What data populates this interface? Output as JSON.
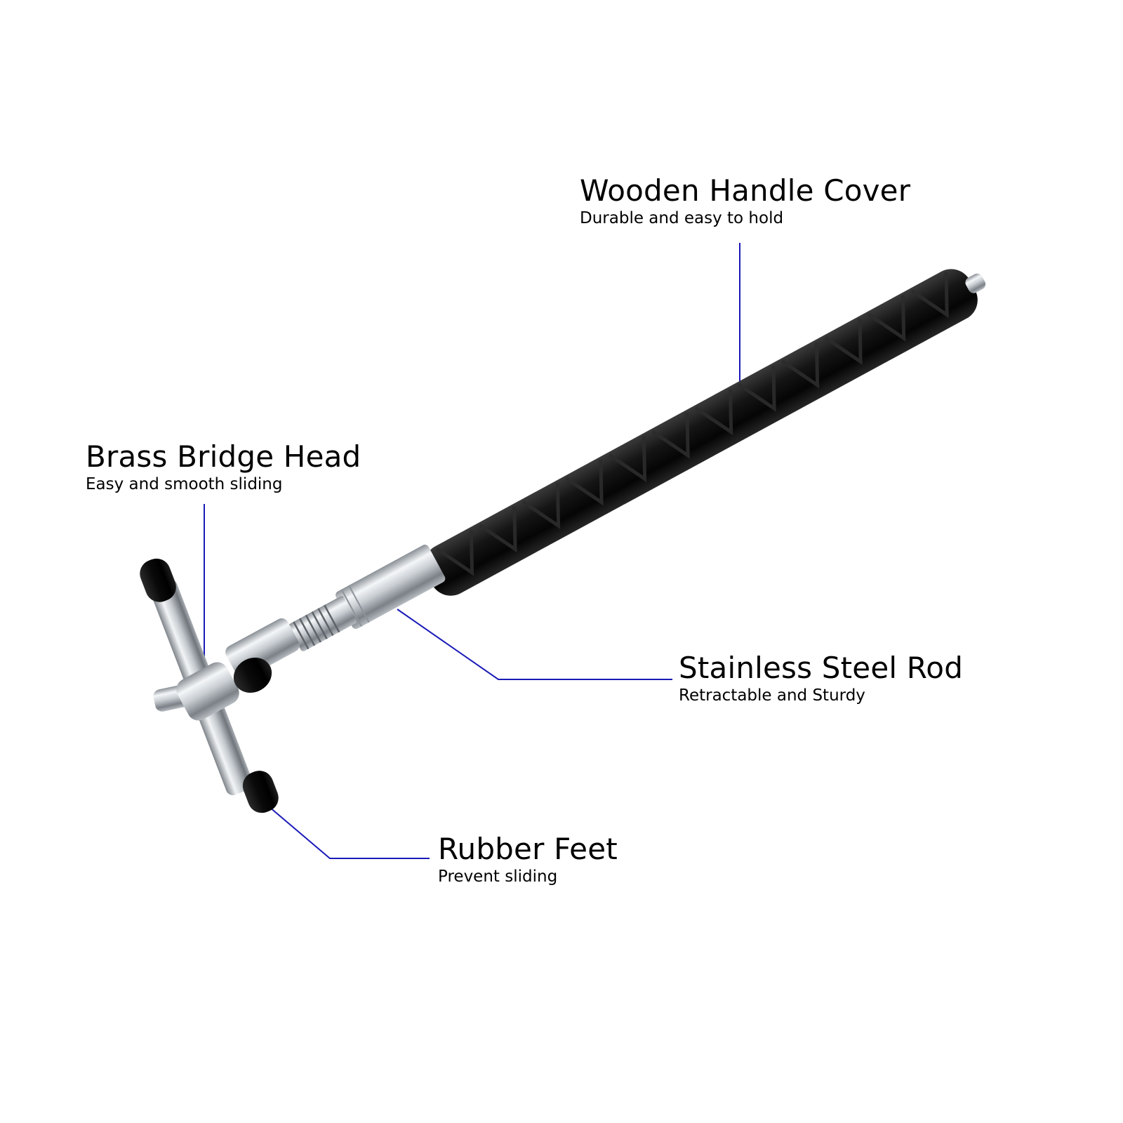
{
  "colors": {
    "background": "#ffffff",
    "leader_line": "#1a1ab8",
    "text": "#000000",
    "grip_black": "#111111",
    "steel_light": "#eef0f2",
    "steel_dark": "#7c8288",
    "rubber_black": "#0d0d0d"
  },
  "product": {
    "name_icon": "pool-cue-bridge-stick",
    "parts": [
      "cross-head",
      "rubber-feet",
      "steel-rod",
      "grip-handle",
      "end-cap"
    ]
  },
  "callouts": {
    "handle": {
      "title": "Wooden Handle Cover",
      "subtitle": "Durable and easy to hold"
    },
    "head": {
      "title": "Brass Bridge Head",
      "subtitle": "Easy and smooth sliding"
    },
    "rod": {
      "title": "Stainless Steel Rod",
      "subtitle": "Retractable and Sturdy"
    },
    "feet": {
      "title": "Rubber Feet",
      "subtitle": "Prevent sliding"
    }
  }
}
